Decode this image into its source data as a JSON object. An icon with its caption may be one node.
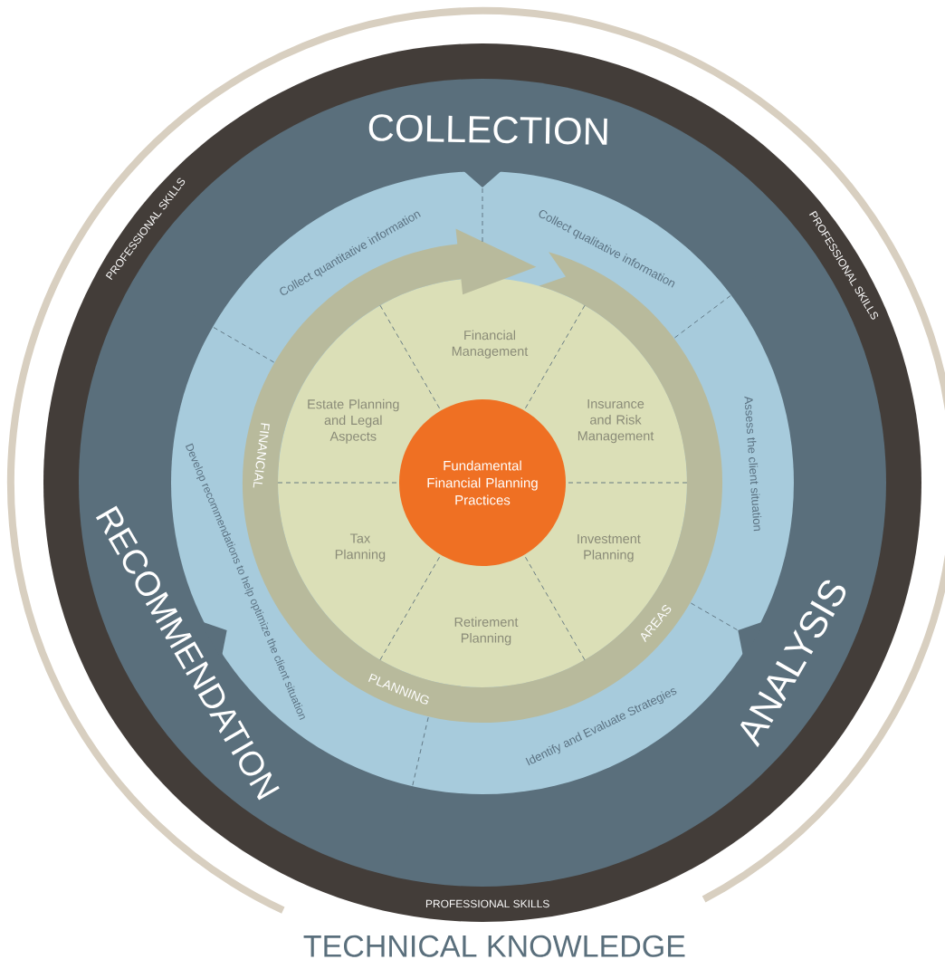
{
  "diagram": {
    "nodes": [
      {
        "text": [
          "Fundamental Financial Planning Practices"
        ]
      }
    ],
    "labels": [
      "COLLECTION",
      "PROFESSIONAL SKILLS",
      "Collect quantitative information",
      "Collect qualitative information",
      "PROFESSIONAL SKILLS",
      "Financial Management",
      "Estate Planning and Legal Aspects",
      "Insurance and Risk Management",
      "FINANCIAL",
      "Develop recommendations to help optimize the client situation",
      "Assess the client situation",
      "RECOMMENDATION",
      "Tax Planning",
      "Investment Planning",
      "AREAS",
      "ANALYSIS",
      "Retirement Planning",
      "PLANNING",
      "Identify and Evaluate Strategies",
      "PROFESSIONAL SKILLS",
      "TECHNICAL KNOWLEDGE"
    ]
  }
}
